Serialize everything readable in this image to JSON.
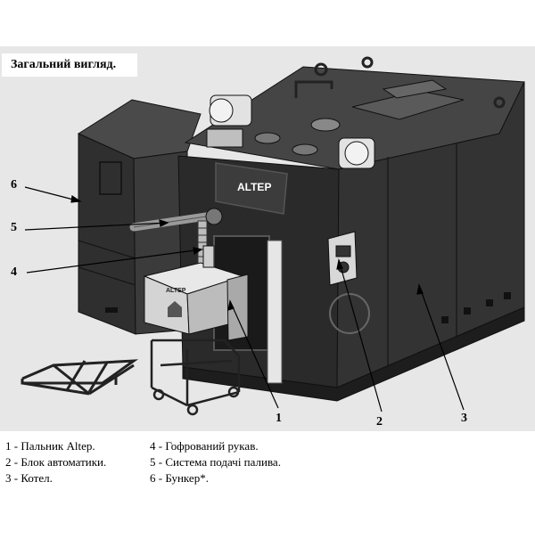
{
  "title": "Загальний вигляд.",
  "brand": {
    "boiler_logo": "ALTEP",
    "burner_logo": "ALTEP"
  },
  "callouts": [
    "1",
    "2",
    "3",
    "4",
    "5",
    "6"
  ],
  "legend": {
    "left": [
      "1 - Пальник Altep.",
      "2 - Блок автоматики.",
      "3 - Котел."
    ],
    "right": [
      "4 - Гофрований рукав.",
      "5 - Система подачі палива.",
      "6 - Бункер*."
    ]
  },
  "colors": {
    "body": "#2b2b2b",
    "body_light": "#3d3d3d",
    "body_dark": "#1c1c1c",
    "burner": "#d9d9d9",
    "frame_bg": "#e6e6e6"
  }
}
